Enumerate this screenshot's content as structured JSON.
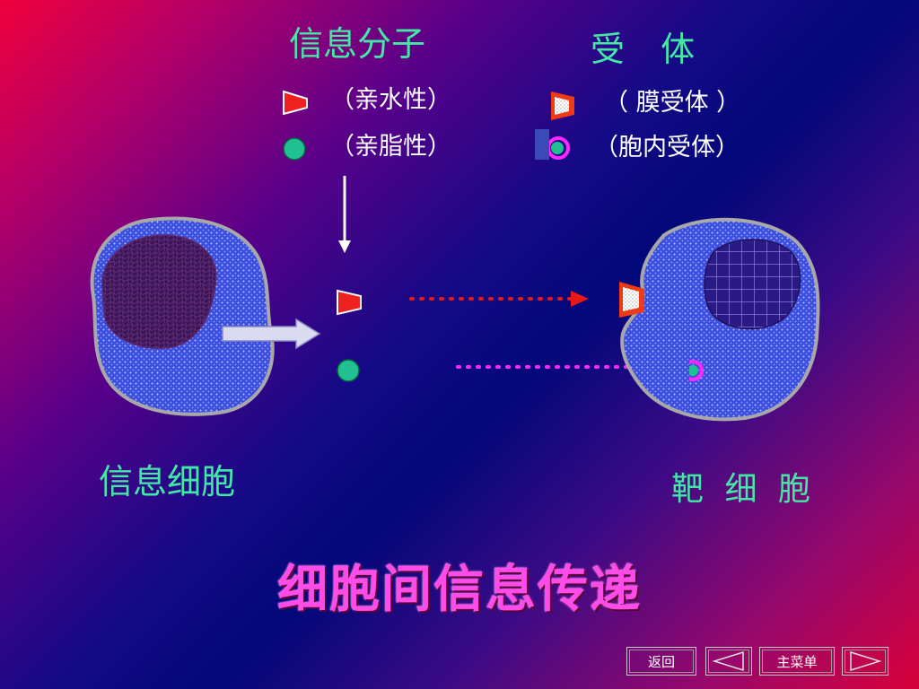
{
  "slide": {
    "molecule_title": "信息分子",
    "receptor_title": "受 体",
    "hydrophilic": "（亲水性）",
    "lipophilic": "（亲脂性）",
    "membrane_receptor": "（ 膜受体 ）",
    "intracellular_receptor": "（胞内受体）",
    "signal_cell": "信息细胞",
    "target_cell": "靶 细 胞",
    "main_title": "细胞间信息传递"
  },
  "nav": {
    "back": "返回",
    "main_menu": "主菜单"
  },
  "colors": {
    "label_green": "#44e8a6",
    "title_magenta": "#ff4ce8",
    "cell_blue": "#4a5ae6",
    "nucleus_purple": "#3a1a6a",
    "arrow_red": "#e81818",
    "arrow_magenta": "#ff28ff",
    "molecule_green": "#20c090"
  },
  "icons": [
    "triangle-left-icon",
    "triangle-right-icon"
  ]
}
